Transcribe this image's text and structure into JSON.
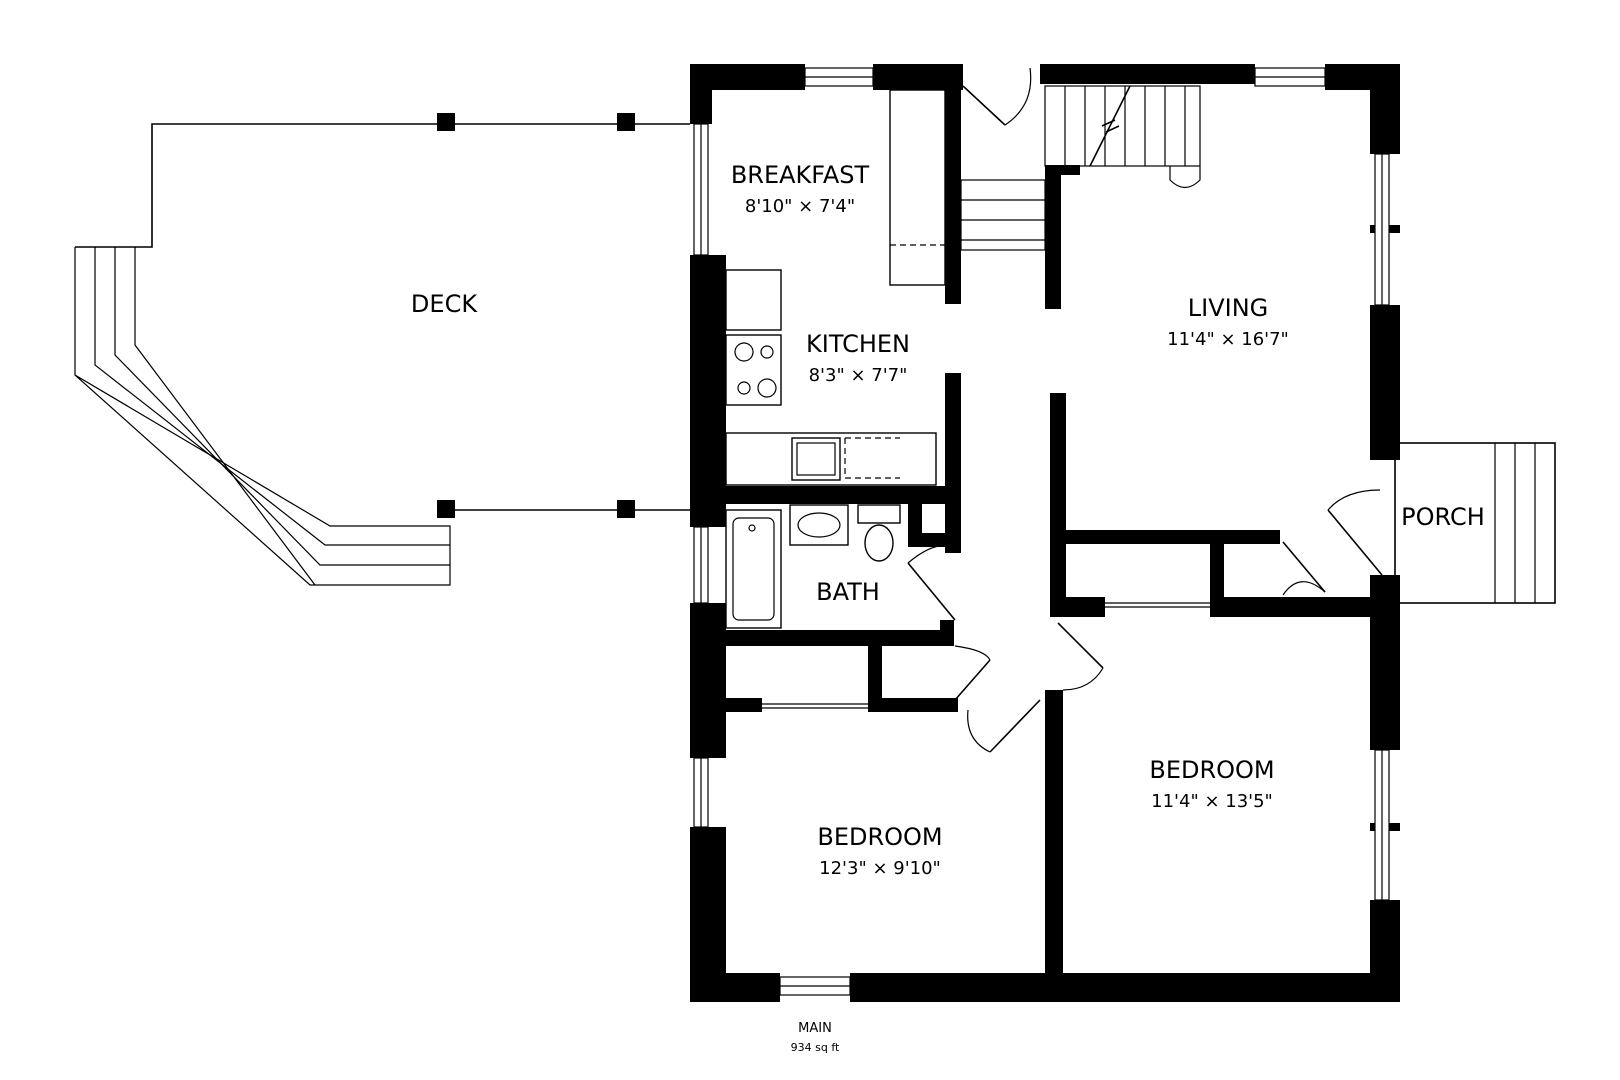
{
  "rooms": {
    "breakfast": {
      "name": "BREAKFAST",
      "dims": "8'10\" × 7'4\""
    },
    "kitchen": {
      "name": "KITCHEN",
      "dims": "8'3\" × 7'7\""
    },
    "living": {
      "name": "LIVING",
      "dims": "11'4\" × 16'7\""
    },
    "bath": {
      "name": "BATH"
    },
    "bedroom_left": {
      "name": "BEDROOM",
      "dims": "12'3\" × 9'10\""
    },
    "bedroom_right": {
      "name": "BEDROOM",
      "dims": "11'4\" × 13'5\""
    },
    "deck": {
      "name": "DECK"
    },
    "porch": {
      "name": "PORCH"
    }
  },
  "floor": {
    "level": "MAIN",
    "area": "934 sq ft"
  }
}
